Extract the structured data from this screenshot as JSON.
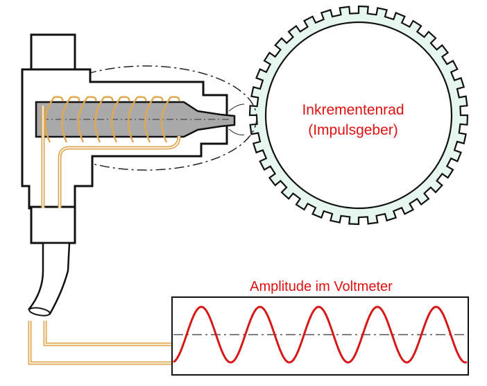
{
  "labels": {
    "wheel_line1": "Inkrementenrad",
    "wheel_line2": "(Impulsgeber)",
    "scope_title": "Amplitude im Voltmeter"
  },
  "colors": {
    "label": "#e01010",
    "wave": "#d81818",
    "wire": "#e0a850",
    "wheel_fill": "#e6f7ee",
    "core": "#a9a9a9",
    "outline": "#111111"
  },
  "wheel": {
    "teeth": 36
  },
  "signal": {
    "cycles": 5
  }
}
